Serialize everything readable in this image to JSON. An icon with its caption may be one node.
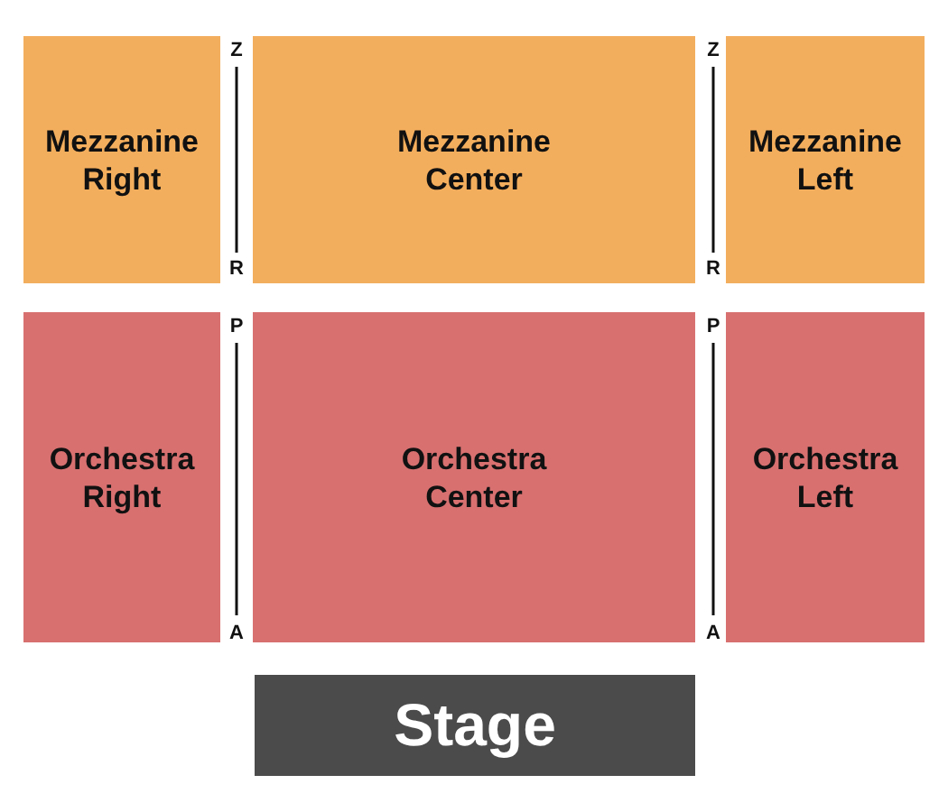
{
  "diagram": {
    "nodes": [
      {
        "text": [
          "Mezzanine Right"
        ]
      },
      {
        "text": [
          "Mezzanine Center"
        ]
      },
      {
        "text": [
          "Mezzanine Left"
        ]
      },
      {
        "text": [
          "Orchestra Right"
        ]
      },
      {
        "text": [
          "Orchestra Center"
        ]
      },
      {
        "text": [
          "Orchestra Left"
        ]
      },
      {
        "text": [
          "Stage"
        ]
      }
    ],
    "edges": [],
    "labels": [
      "Z",
      "Z",
      "R",
      "R",
      "P",
      "P",
      "A",
      "A"
    ]
  }
}
